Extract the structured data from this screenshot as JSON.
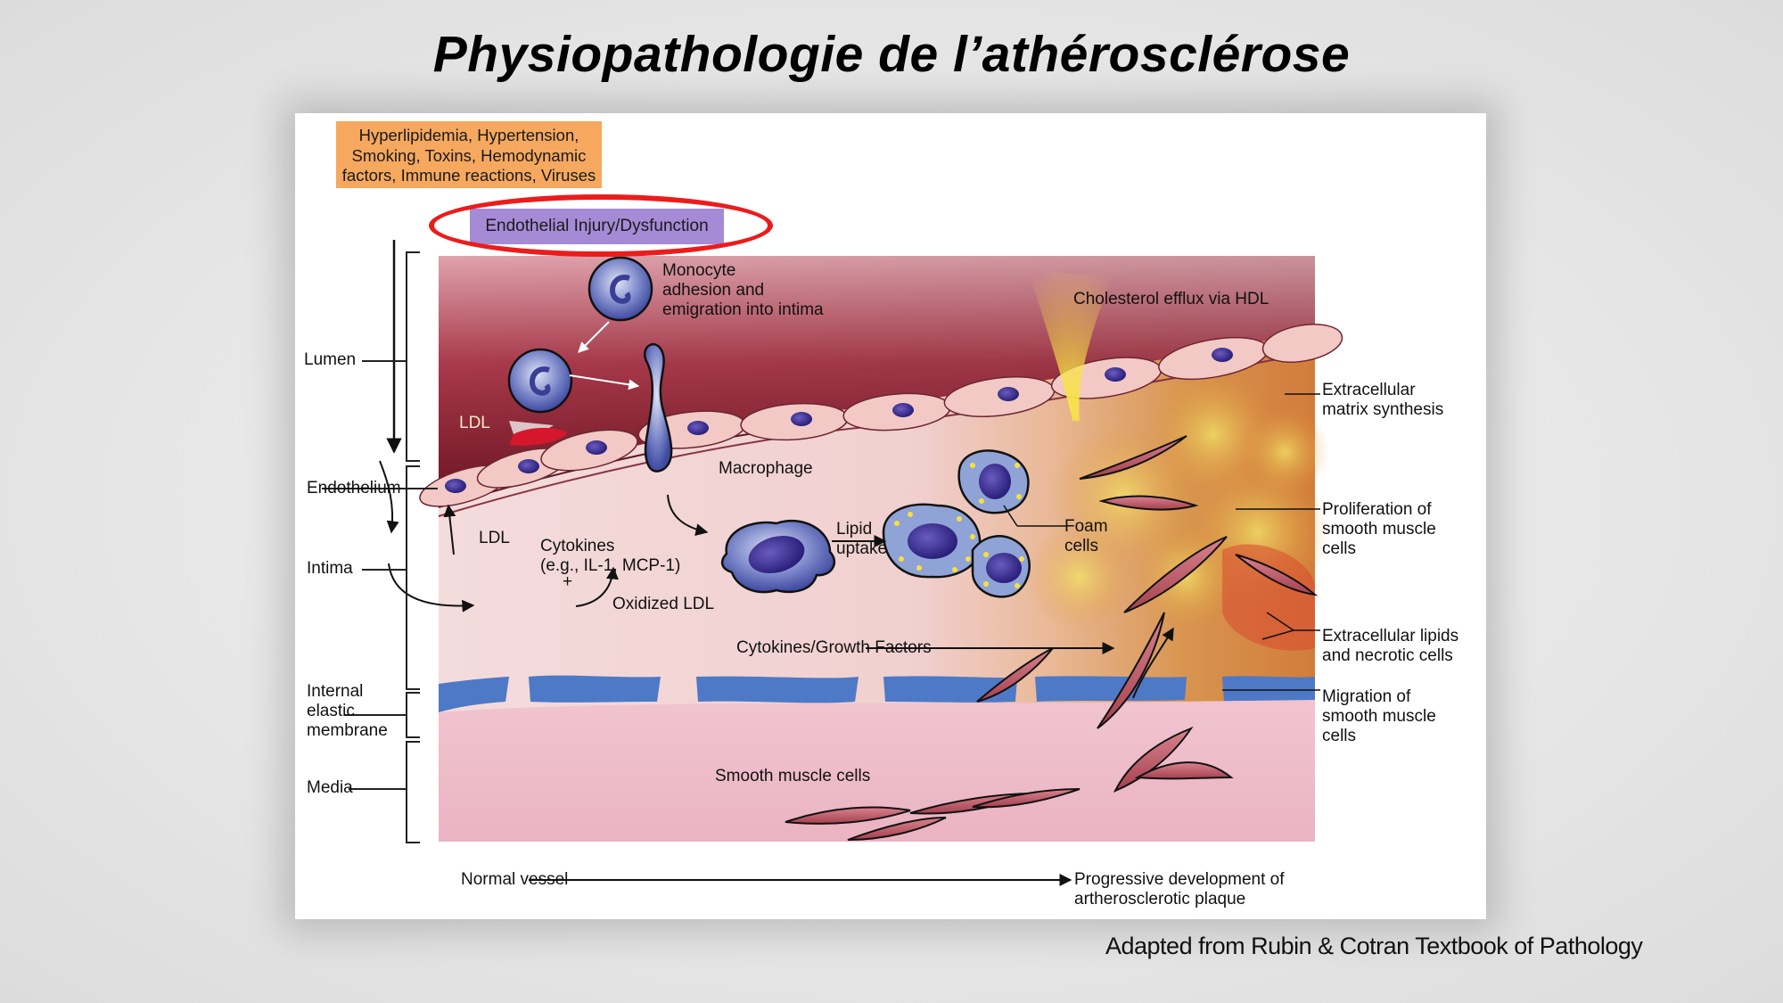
{
  "slide": {
    "title": "Physiopathologie de l’athérosclérose",
    "credit": "Adapted from Rubin & Cotran Textbook of Pathology"
  },
  "figure": {
    "risk_factors": "Hyperlipidemia, Hypertension,\nSmoking, Toxins, Hemodynamic\nfactors, Immune reactions, Viruses",
    "endothelial_box": "Endothelial Injury/Dysfunction",
    "highlight_color": "#ec1c1c",
    "risk_box_color": "#f6a85e",
    "endothelial_box_color": "#a58bd6",
    "layers": [
      {
        "id": "lumen",
        "label": "Lumen"
      },
      {
        "id": "endothelium",
        "label": "Endothelium"
      },
      {
        "id": "intima",
        "label": "Intima"
      },
      {
        "id": "internal-elastic-membrane",
        "label": "Internal\nelastic\nmembrane"
      },
      {
        "id": "media",
        "label": "Media"
      }
    ],
    "annotations": {
      "monocyte": "Monocyte\nadhesion and\nemigration into intima",
      "ldl_lumen": "LDL",
      "ldl_intima": "LDL",
      "macrophage": "Macrophage",
      "cytokines": "Cytokines\n(e.g., IL-1, MCP-1)",
      "plus": "+",
      "oxidized_ldl": "Oxidized LDL",
      "lipid_uptake": "Lipid\nuptake",
      "foam_cells": "Foam\ncells",
      "cholesterol_efflux": "Cholesterol efflux via HDL",
      "growth_factors": "Cytokines/Growth Factors",
      "smooth_muscle": "Smooth muscle cells"
    },
    "right_labels": [
      {
        "id": "ecm",
        "text": "Extracellular\nmatrix synthesis"
      },
      {
        "id": "proliferation",
        "text": "Proliferation of\nsmooth muscle\ncells"
      },
      {
        "id": "lipids",
        "text": "Extracellular lipids\nand necrotic cells"
      },
      {
        "id": "migration",
        "text": "Migration of\nsmooth muscle\ncells"
      }
    ],
    "timeline": {
      "start": "Normal vessel",
      "end": "Progressive development of\nartherosclerotic plaque"
    }
  }
}
